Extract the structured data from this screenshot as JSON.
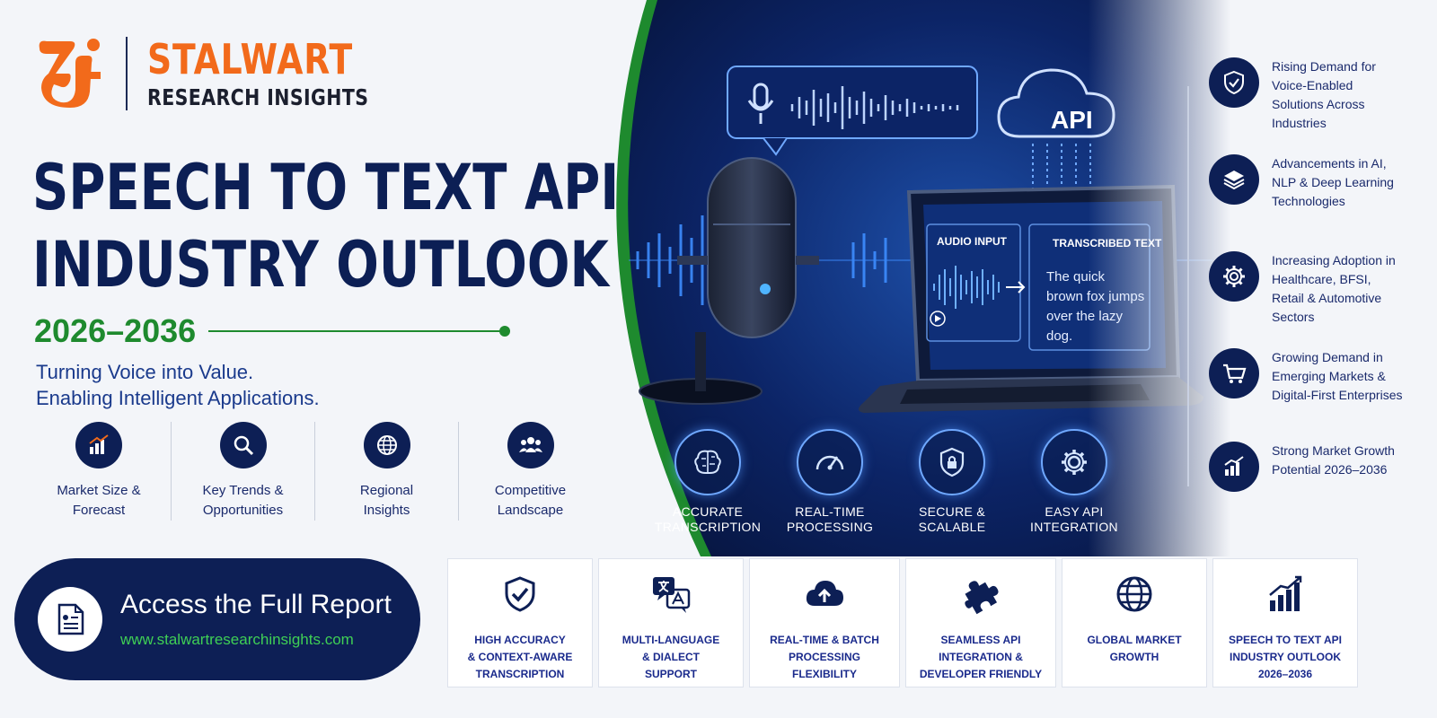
{
  "brand": {
    "name_top": "STALWART",
    "name_bottom": "RESEARCH INSIGHTS",
    "logo_icon": "zj-logo-icon",
    "colors": {
      "orange": "#f26a1b",
      "navy": "#0d1f55",
      "green": "#1e8a2e"
    }
  },
  "hero": {
    "title_line1": "SPEECH TO TEXT API",
    "title_line2": "INDUSTRY OUTLOOK",
    "years": "2026–2036",
    "tagline_line1": "Turning Voice into Value.",
    "tagline_line2": "Enabling Intelligent Applications."
  },
  "left_features": [
    {
      "icon": "bar-chart-icon",
      "line1": "Market Size &",
      "line2": "Forecast"
    },
    {
      "icon": "magnifier-icon",
      "line1": "Key Trends &",
      "line2": "Opportunities"
    },
    {
      "icon": "globe-icon",
      "line1": "Regional",
      "line2": "Insights"
    },
    {
      "icon": "people-icon",
      "line1": "Competitive",
      "line2": "Landscape"
    }
  ],
  "cta": {
    "title": "Access the Full Report",
    "url": "www.stalwartresearchinsights.com",
    "icon": "document-icon"
  },
  "illustration": {
    "api_label": "API",
    "audio_input_label": "AUDIO INPUT",
    "transcribed_label": "TRANSCRIBED TEXT",
    "transcribed_text": "The quick brown fox jumps over the lazy dog."
  },
  "capabilities": [
    {
      "icon": "brain-icon",
      "line1": "ACCURATE",
      "line2": "TRANSCRIPTION"
    },
    {
      "icon": "speedometer-icon",
      "line1": "REAL-TIME",
      "line2": "PROCESSING"
    },
    {
      "icon": "shield-lock-icon",
      "line1": "SECURE &",
      "line2": "SCALABLE"
    },
    {
      "icon": "gear-icon",
      "line1": "EASY API",
      "line2": "INTEGRATION"
    }
  ],
  "drivers": [
    {
      "icon": "shield-check-icon",
      "text": "Rising Demand for Voice-Enabled Solutions Across Industries"
    },
    {
      "icon": "layers-icon",
      "text": "Advancements in AI, NLP & Deep Learning Technologies"
    },
    {
      "icon": "gear-icon",
      "text": "Increasing Adoption in Healthcare, BFSI, Retail & Automotive Sectors"
    },
    {
      "icon": "cart-icon",
      "text": "Growing Demand in Emerging Markets & Digital-First Enterprises"
    },
    {
      "icon": "growth-chart-icon",
      "text": "Strong Market Growth Potential 2026–2036"
    }
  ],
  "cards": [
    {
      "icon": "shield-check-icon",
      "line1": "HIGH ACCURACY",
      "line2": "& CONTEXT-AWARE",
      "line3": "TRANSCRIPTION"
    },
    {
      "icon": "translate-icon",
      "line1": "MULTI-LANGUAGE",
      "line2": "& DIALECT",
      "line3": "SUPPORT"
    },
    {
      "icon": "cloud-upload-icon",
      "line1": "REAL-TIME & BATCH",
      "line2": "PROCESSING",
      "line3": "FLEXIBILITY"
    },
    {
      "icon": "puzzle-icon",
      "line1": "SEAMLESS API",
      "line2": "INTEGRATION &",
      "line3": "DEVELOPER FRIENDLY"
    },
    {
      "icon": "globe-icon",
      "line1": "GLOBAL MARKET",
      "line2": "GROWTH",
      "line3": ""
    },
    {
      "icon": "bar-chart-icon",
      "line1": "SPEECH TO TEXT API",
      "line2": "INDUSTRY OUTLOOK",
      "line3": "2026–2036"
    }
  ]
}
